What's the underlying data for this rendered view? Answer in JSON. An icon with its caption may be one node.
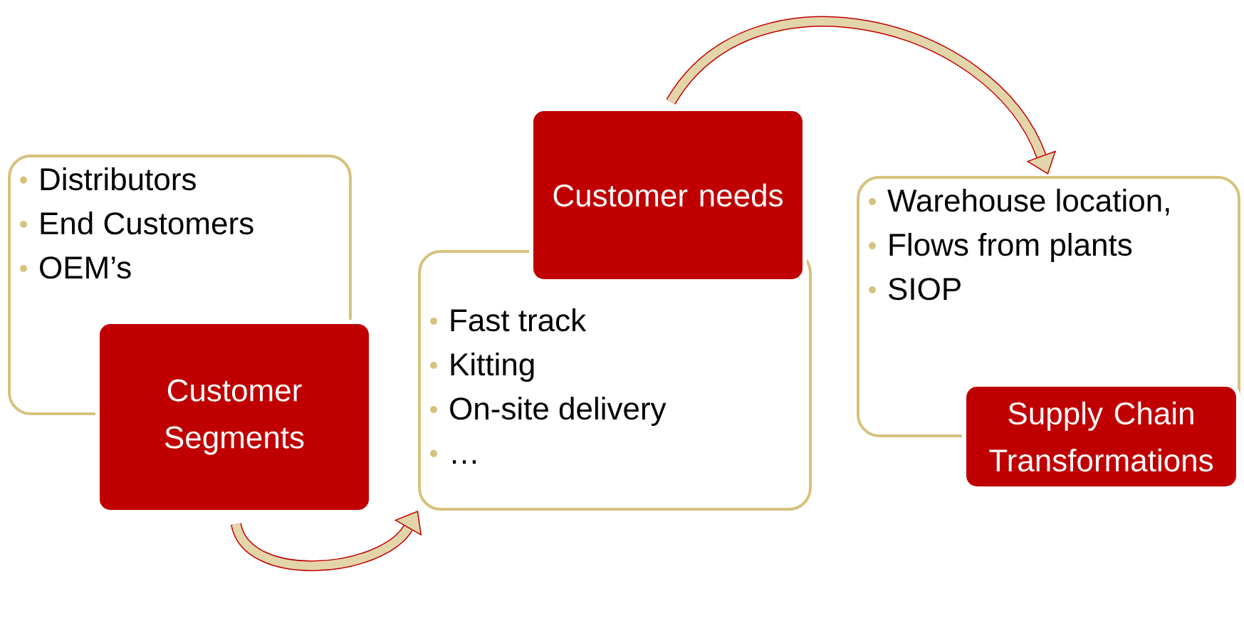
{
  "diagram": {
    "nodes": [
      {
        "text": [
          "Distributors",
          "End Customers",
          "OEM’s"
        ]
      },
      {
        "text": [
          "Customer Segments"
        ]
      },
      {
        "text": [
          "Fast track",
          "Kitting",
          "On-site delivery",
          "…"
        ]
      },
      {
        "text": [
          "Customer needs"
        ]
      },
      {
        "text": [
          "Warehouse location,",
          "Flows from plants",
          "SIOP"
        ]
      },
      {
        "text": [
          "Supply Chain Transformations"
        ]
      }
    ],
    "edges": [
      {
        "from": 1,
        "to": 2,
        "arrow": "to"
      },
      {
        "from": 3,
        "to": 4,
        "arrow": "to"
      }
    ]
  }
}
